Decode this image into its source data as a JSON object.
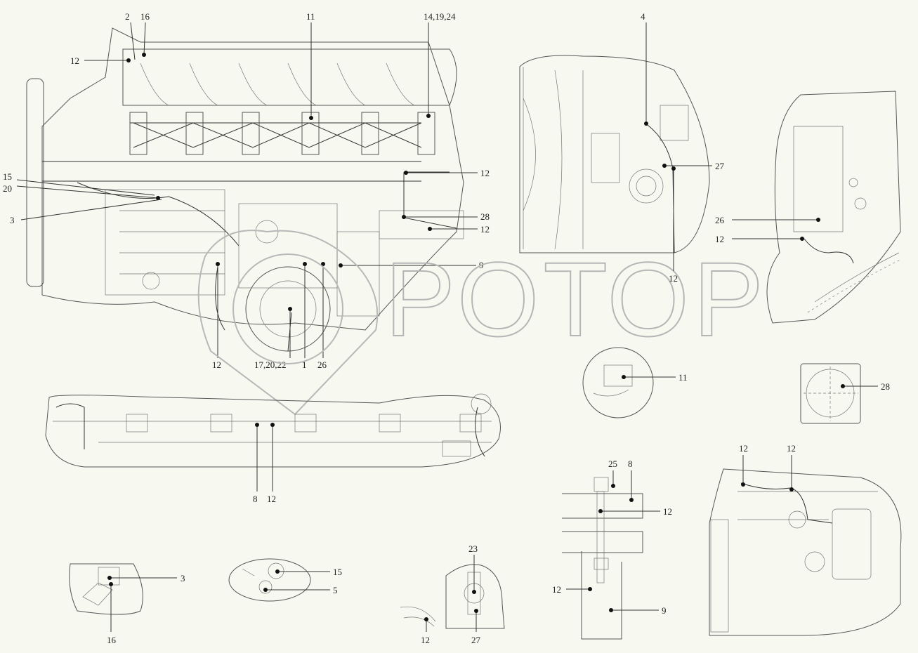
{
  "watermark": {
    "text": "РОТОР"
  },
  "callouts": {
    "main_2": "2",
    "main_16": "16",
    "main_11": "11",
    "main_14_19_24": "14,19,24",
    "main_12_a": "12",
    "main_12_b": "12",
    "main_12_c": "12",
    "main_15": "15",
    "main_20": "20",
    "main_3": "3",
    "main_28": "28",
    "main_9": "9",
    "main_12_bottom": "12",
    "main_17_20_22": "17,20,22",
    "main_1": "1",
    "main_26": "26",
    "fan_4": "4",
    "fan_27": "27",
    "fan_12": "12",
    "right_26": "26",
    "right_12": "12",
    "circle_11": "11",
    "square_28": "28",
    "rail_8": "8",
    "rail_12": "12",
    "pipe_25": "25",
    "pipe_8": "8",
    "pipe_12_a": "12",
    "pipe_12_b": "12",
    "pipe_9": "9",
    "pump_12_a": "12",
    "pump_12_b": "12",
    "sensor_3": "3",
    "sensor_16": "16",
    "oval_15": "15",
    "oval_5": "5",
    "bracket_23": "23",
    "bracket_12": "12",
    "bracket_27": "27"
  }
}
